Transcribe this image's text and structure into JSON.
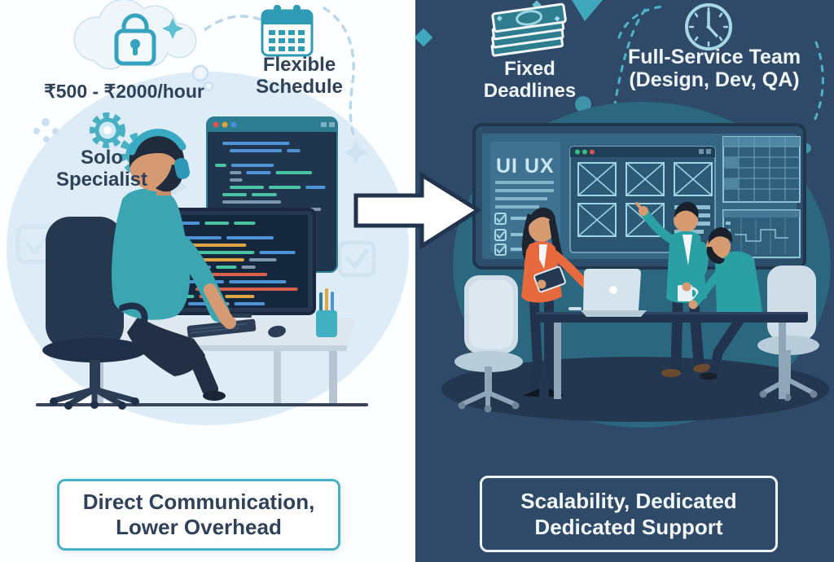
{
  "infographic": {
    "title_hint": "freelancer vs agency comparison",
    "left": {
      "rate": "₹500 - ₹2000/hour",
      "flexible_line1": "Flexible",
      "flexible_line2": "Schedule",
      "solo_line1": "Solo",
      "solo_line2": "Specialist",
      "benefit_line1": "Direct Communication,",
      "benefit_line2": "Lower Overhead"
    },
    "right": {
      "fixed_line1": "Fixed",
      "fixed_line2": "Deadlines",
      "team_line1": "Full-Service Team",
      "team_line2": "(Design, Dev, QA)",
      "screen_title": "UI UX",
      "benefit_line1": "Scalability, Dedicated",
      "benefit_line2": "Dedicated Support"
    },
    "icons": {
      "left": [
        "padlock-in-cloud-icon",
        "sparkle-icon",
        "calendar-icon",
        "gears-icon",
        "checkbox-watermark-icon",
        "play-triangle-watermark-icon",
        "code-window",
        "desktop-monitor"
      ],
      "middle": [
        "right-arrow-icon"
      ],
      "right": [
        "money-stack-icon",
        "clock-icon",
        "presentation-screen",
        "wireframe-boxes",
        "data-table",
        "gantt-panel",
        "laptop-icon",
        "coffee-mug-icon"
      ]
    },
    "colors": {
      "left_bg": "#fdfeff",
      "left_blob": "#ddecf6",
      "right_bg": "#2e4a68",
      "right_blob": "#2b6880",
      "teal_accent": "#3aa9c4",
      "navy_text": "#2f4259",
      "white_text": "#eff5f9",
      "orange_blazer": "#e76a3e",
      "arrow_fill": "#ffffff",
      "arrow_stroke": "#22344d",
      "benefit_border_left": "#47b2c6",
      "benefit_border_right": "#eef4f8"
    }
  }
}
